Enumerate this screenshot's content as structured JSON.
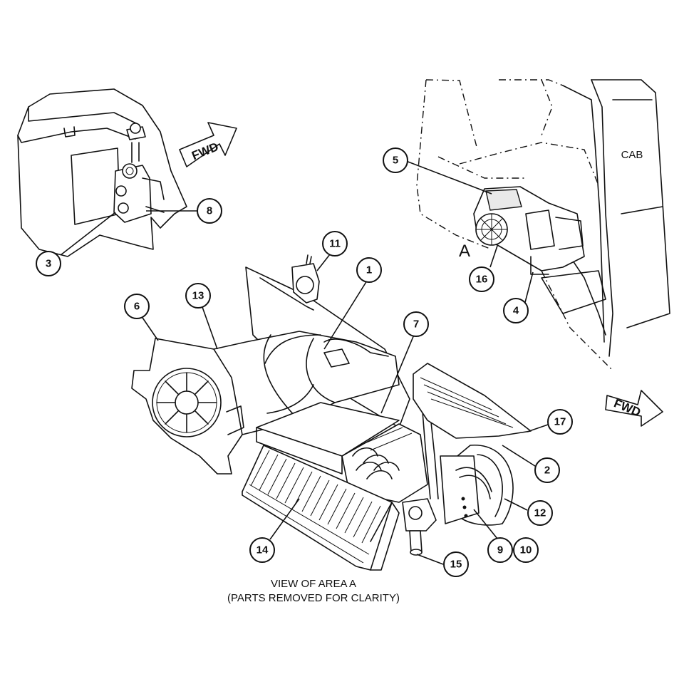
{
  "labels": {
    "cab": "CAB",
    "area": "A",
    "fwd_top": "FWD",
    "fwd_bottom": "FWD",
    "caption_line1": "VIEW OF AREA A",
    "caption_line2": "(PARTS REMOVED FOR CLARITY)"
  },
  "callouts": [
    "1",
    "2",
    "3",
    "4",
    "5",
    "6",
    "7",
    "8",
    "9",
    "10",
    "11",
    "12",
    "13",
    "14",
    "15",
    "16",
    "17"
  ]
}
